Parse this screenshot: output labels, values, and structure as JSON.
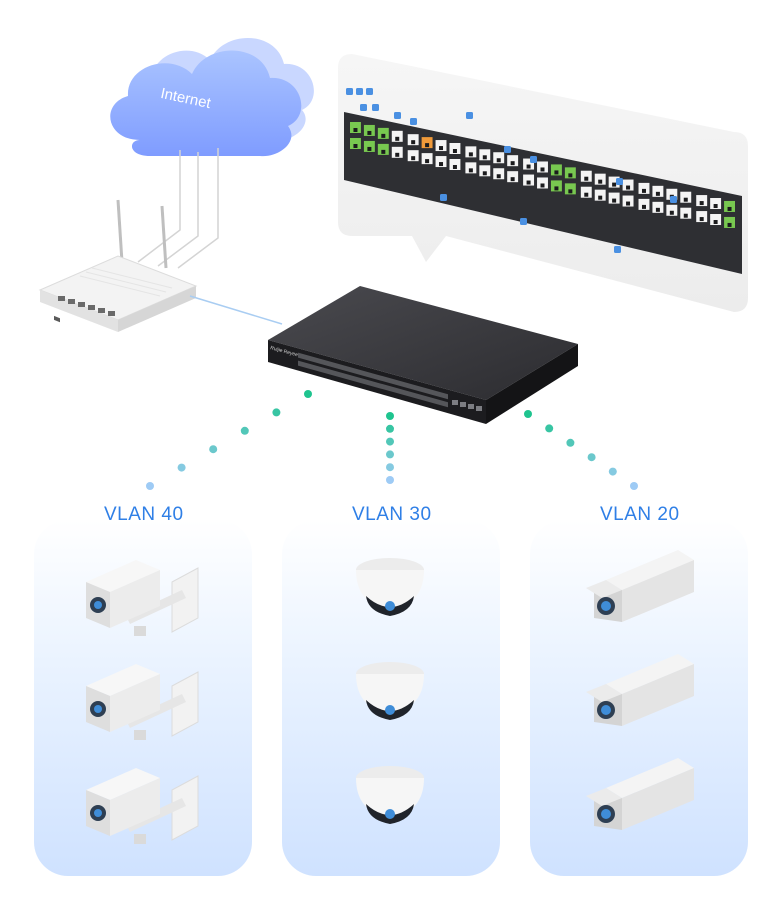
{
  "internet": {
    "label": "Internet"
  },
  "vlans": [
    {
      "label": "VLAN 40",
      "camera": "bullet-camera-wall-mount",
      "count": 3
    },
    {
      "label": "VLAN 30",
      "camera": "dome-camera",
      "count": 3
    },
    {
      "label": "VLAN 20",
      "camera": "box-camera",
      "count": 3
    }
  ],
  "switch": {
    "brand": "Ruijie Reyee"
  },
  "port_panel": {
    "ports": 54
  },
  "colors": {
    "accent": "#2f7fe6",
    "cloud": "#8fb1ff",
    "dot_green": "#1fc48f",
    "dot_blue": "#9ecbf5",
    "port_green": "#78c850",
    "port_orange": "#f09a3a",
    "port_blue": "#4a90e2"
  }
}
